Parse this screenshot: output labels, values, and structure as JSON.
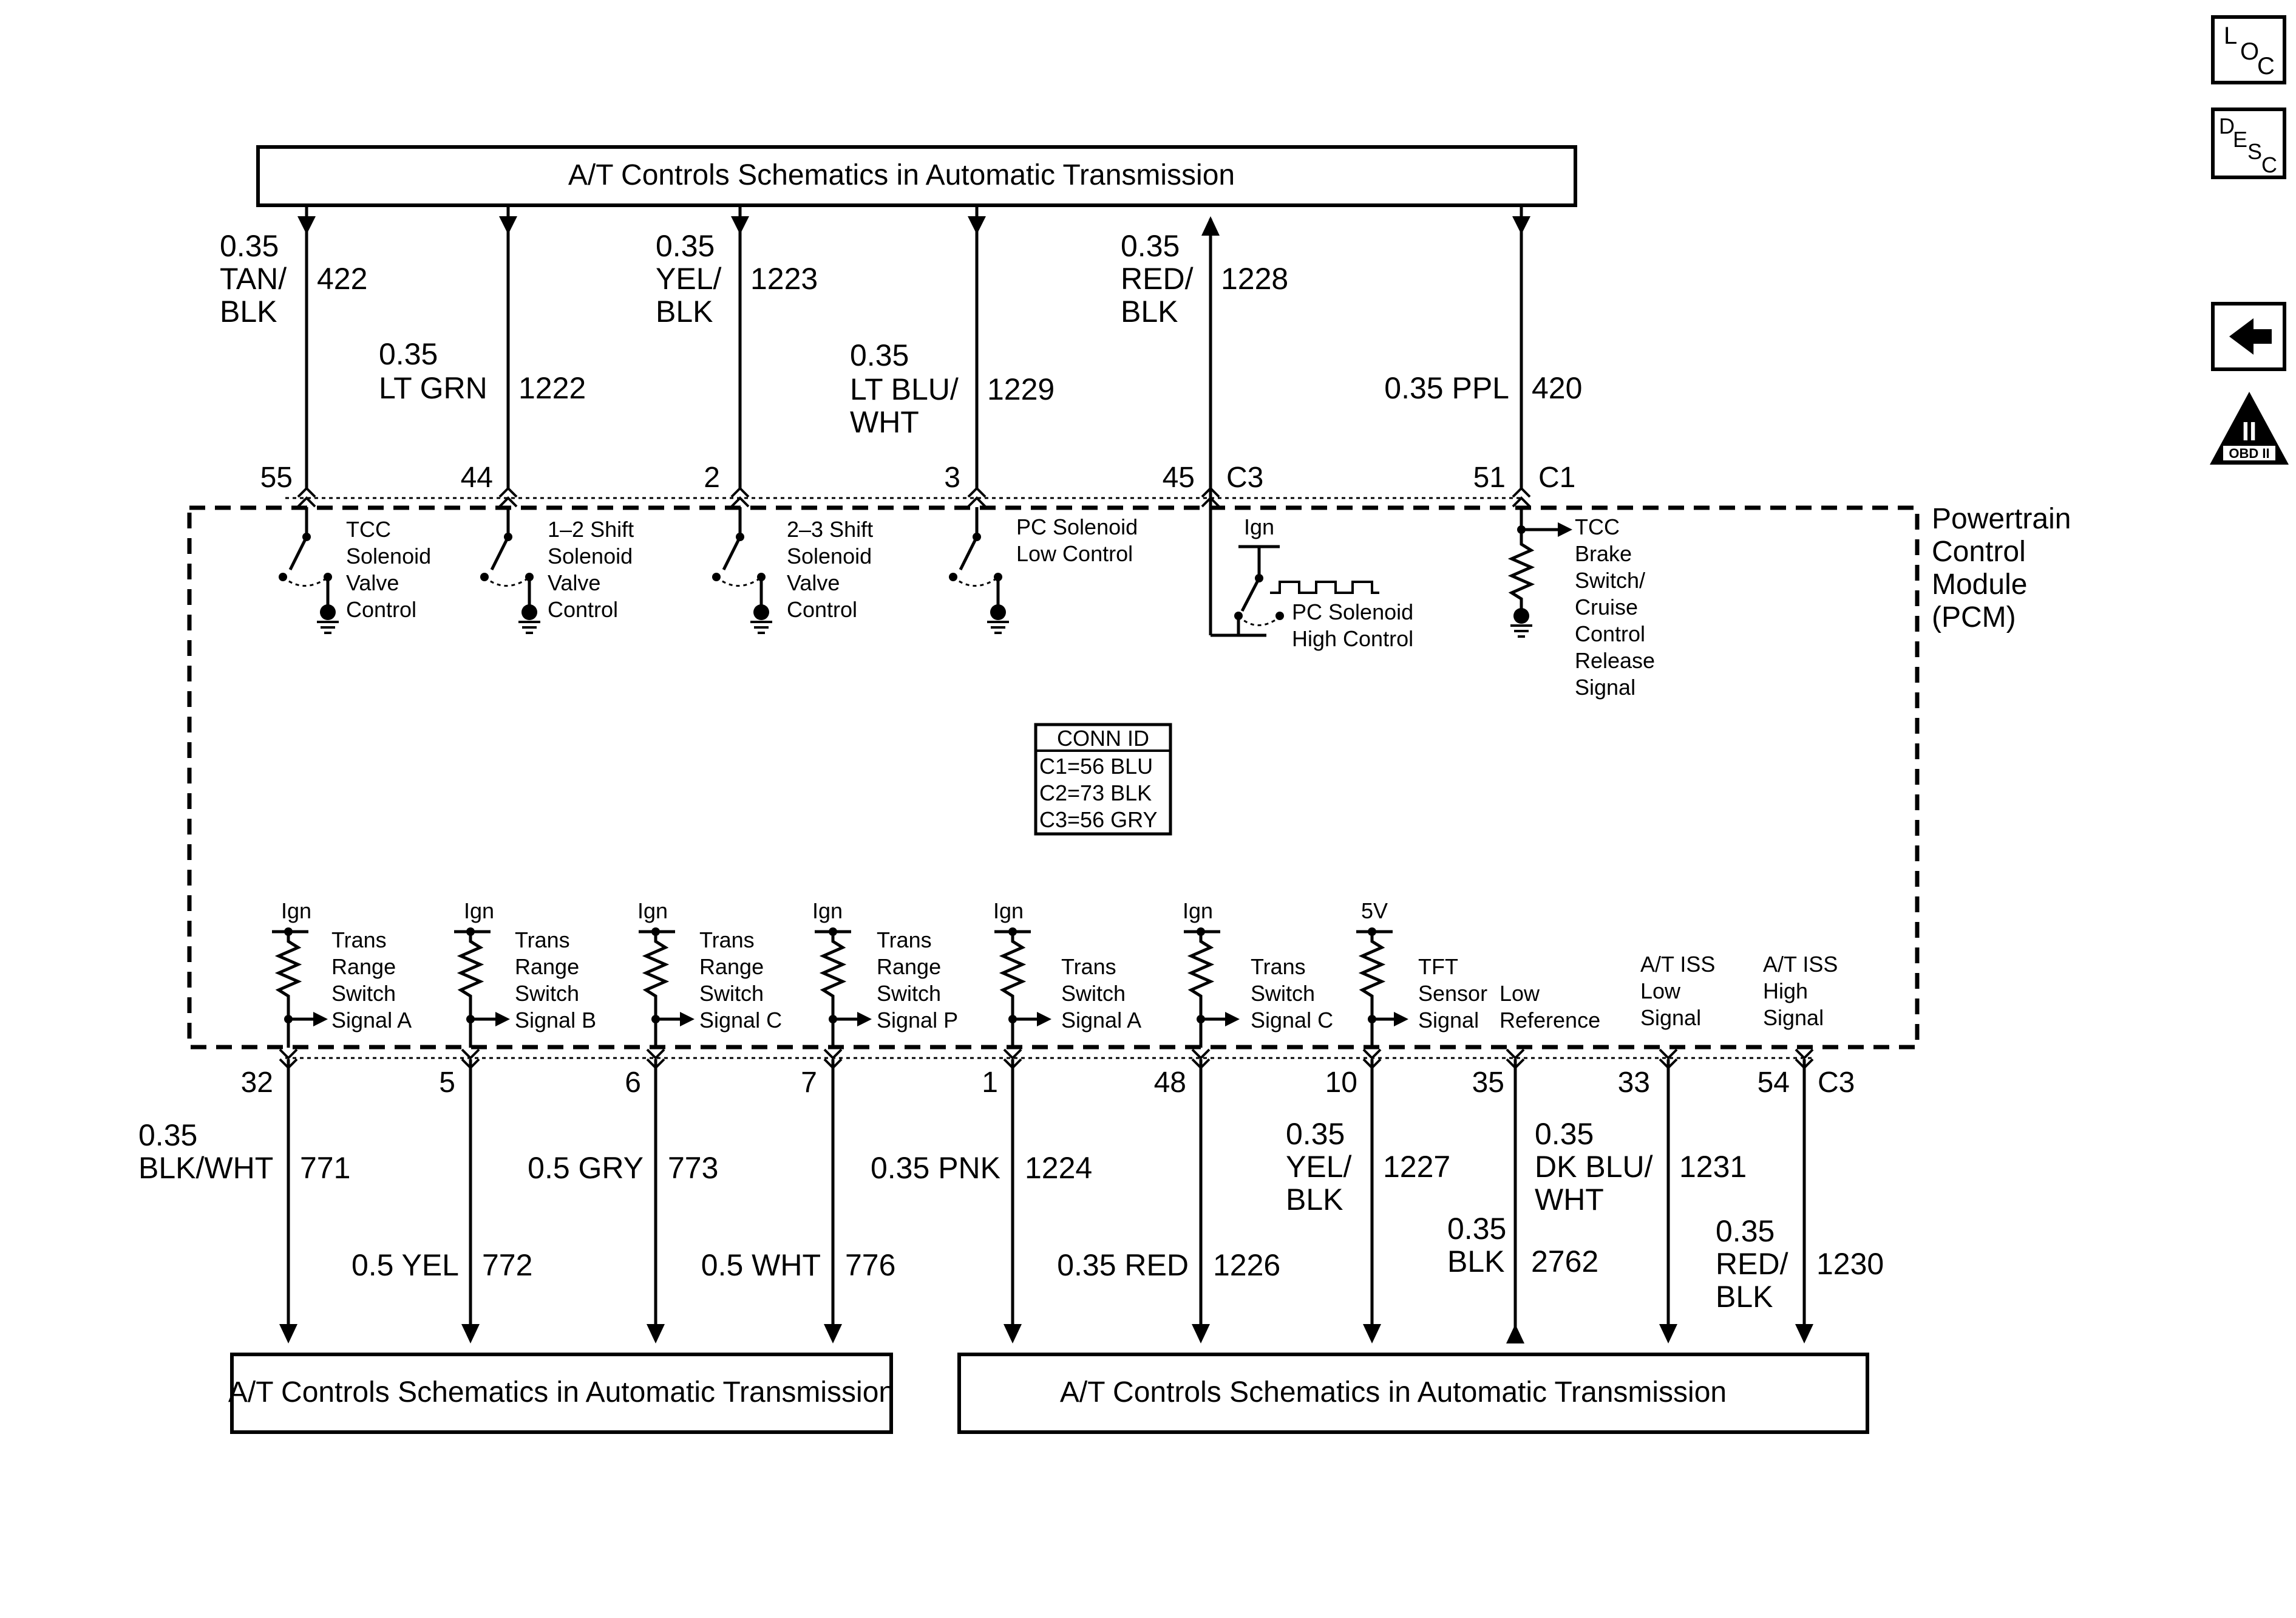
{
  "nav": {
    "loc": {
      "l": "L",
      "o": "O",
      "c": "C"
    },
    "desc": {
      "d": "D",
      "e": "E",
      "s": "S",
      "c": "C"
    },
    "back_icon": "left-arrow-icon",
    "obd": {
      "numeral": "II",
      "label": "OBD II"
    }
  },
  "boxes": {
    "top": "A/T Controls Schematics in Automatic Transmission",
    "bottom_left": "A/T Controls Schematics in Automatic Transmission",
    "bottom_right": "A/T Controls Schematics in Automatic Transmission"
  },
  "pcm": {
    "title": [
      "Powertrain",
      "Control",
      "Module",
      "(PCM)"
    ],
    "conn_id": {
      "header": "CONN ID",
      "rows": [
        "C1=56 BLU",
        "C2=73 BLK",
        "C3=56 GRY"
      ]
    }
  },
  "top_wires": [
    {
      "gauge": [
        "0.35",
        "TAN/",
        "BLK"
      ],
      "circuit": "422",
      "pin": "55",
      "conn": ""
    },
    {
      "gauge": [
        "0.35",
        "LT GRN"
      ],
      "circuit": "1222",
      "pin": "44",
      "conn": ""
    },
    {
      "gauge": [
        "0.35",
        "YEL/",
        "BLK"
      ],
      "circuit": "1223",
      "pin": "2",
      "conn": ""
    },
    {
      "gauge": [
        "0.35",
        "LT BLU/",
        "WHT"
      ],
      "circuit": "1229",
      "pin": "3",
      "conn": ""
    },
    {
      "gauge": [
        "0.35",
        "RED/",
        "BLK"
      ],
      "circuit": "1228",
      "pin": "45",
      "conn": "C3"
    },
    {
      "gauge": [
        "0.35 PPL"
      ],
      "circuit": "420",
      "pin": "51",
      "conn": "C1"
    }
  ],
  "top_components": [
    [
      "TCC",
      "Solenoid",
      "Valve",
      "Control"
    ],
    [
      "1–2 Shift",
      "Solenoid",
      "Valve",
      "Control"
    ],
    [
      "2–3 Shift",
      "Solenoid",
      "Valve",
      "Control"
    ],
    [
      "PC Solenoid",
      "Low Control"
    ],
    {
      "ign": "Ign",
      "label": [
        "PC Solenoid",
        "High Control"
      ]
    },
    [
      "TCC",
      "Brake",
      "Switch/",
      "Cruise",
      "Control",
      "Release",
      "Signal"
    ]
  ],
  "bottom_components": [
    {
      "supply": "Ign",
      "label": [
        "Trans",
        "Range",
        "Switch",
        "Signal A"
      ]
    },
    {
      "supply": "Ign",
      "label": [
        "Trans",
        "Range",
        "Switch",
        "Signal B"
      ]
    },
    {
      "supply": "Ign",
      "label": [
        "Trans",
        "Range",
        "Switch",
        "Signal C"
      ]
    },
    {
      "supply": "Ign",
      "label": [
        "Trans",
        "Range",
        "Switch",
        "Signal P"
      ]
    },
    {
      "supply": "Ign",
      "label": [
        "Trans",
        "Switch",
        "Signal A"
      ]
    },
    {
      "supply": "Ign",
      "label": [
        "Trans",
        "Switch",
        "Signal C"
      ]
    },
    {
      "supply": "5V",
      "label": [
        "TFT",
        "Sensor",
        "Signal"
      ]
    },
    {
      "supply": "",
      "label": [
        "Low",
        "Reference"
      ]
    },
    {
      "supply": "",
      "label": [
        "A/T ISS",
        "Low",
        "Signal"
      ]
    },
    {
      "supply": "",
      "label": [
        "A/T ISS",
        "High",
        "Signal"
      ]
    }
  ],
  "bottom_wires": [
    {
      "pin": "32",
      "gauge": [
        "0.35",
        "BLK/WHT"
      ],
      "circuit": "771",
      "conn": ""
    },
    {
      "pin": "5",
      "gauge": [
        "0.5 YEL"
      ],
      "circuit": "772",
      "conn": ""
    },
    {
      "pin": "6",
      "gauge": [
        "0.5 GRY"
      ],
      "circuit": "773",
      "conn": ""
    },
    {
      "pin": "7",
      "gauge": [
        "0.5 WHT"
      ],
      "circuit": "776",
      "conn": ""
    },
    {
      "pin": "1",
      "gauge": [
        "0.35 PNK"
      ],
      "circuit": "1224",
      "conn": ""
    },
    {
      "pin": "48",
      "gauge": [
        "0.35 RED"
      ],
      "circuit": "1226",
      "conn": ""
    },
    {
      "pin": "10",
      "gauge": [
        "0.35",
        "YEL/",
        "BLK"
      ],
      "circuit": "1227",
      "conn": ""
    },
    {
      "pin": "35",
      "gauge": [
        "0.35",
        "BLK"
      ],
      "circuit": "2762",
      "conn": ""
    },
    {
      "pin": "33",
      "gauge": [
        "0.35",
        "DK BLU/",
        "WHT"
      ],
      "circuit": "1231",
      "conn": ""
    },
    {
      "pin": "54",
      "gauge": [
        "0.35",
        "RED/",
        "BLK"
      ],
      "circuit": "1230",
      "conn": "C3"
    }
  ]
}
